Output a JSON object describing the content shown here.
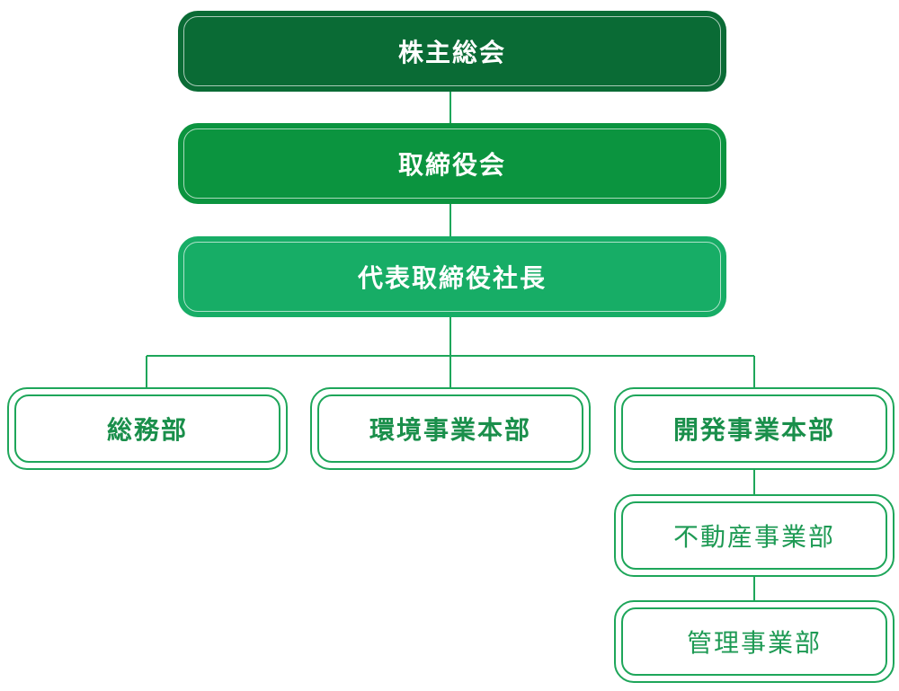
{
  "org_chart": {
    "shareholders_meeting": "株主総会",
    "board_of_directors": "取締役会",
    "representative_director_president": "代表取締役社長",
    "departments": [
      {
        "label": "総務部"
      },
      {
        "label": "環境事業本部"
      },
      {
        "label": "開発事業本部"
      }
    ],
    "development_sub_departments": [
      {
        "label": "不動産事業部"
      },
      {
        "label": "管理事業部"
      }
    ]
  },
  "colors": {
    "shareholders_fill": "#0a6b35",
    "board_fill": "#0b943f",
    "president_fill": "#17ad66",
    "outline": "#1ea65a",
    "connector": "#1ea65a"
  }
}
